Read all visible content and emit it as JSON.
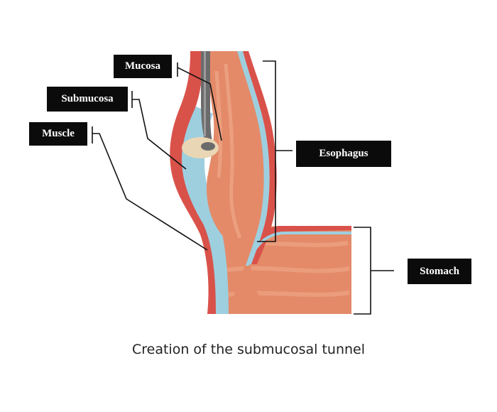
{
  "labels": {
    "mucosa": "Mucosa",
    "submucosa": "Submucosa",
    "muscle": "Muscle",
    "esophagus": "Esophagus",
    "stomach": "Stomach"
  },
  "caption": "Creation of the submucosal tunnel",
  "colors": {
    "muscle_outer": "#d9524a",
    "muscle_body": "#e48a68",
    "muscle_light": "#f0a889",
    "submucosa": "#9dcfdf",
    "mucosa_line": "#6fa6bf",
    "endoscope": "#6b6b6b",
    "endoscope_tip": "#e9d6b4",
    "label_bg": "#0b0b0b",
    "leader": "#111111"
  }
}
